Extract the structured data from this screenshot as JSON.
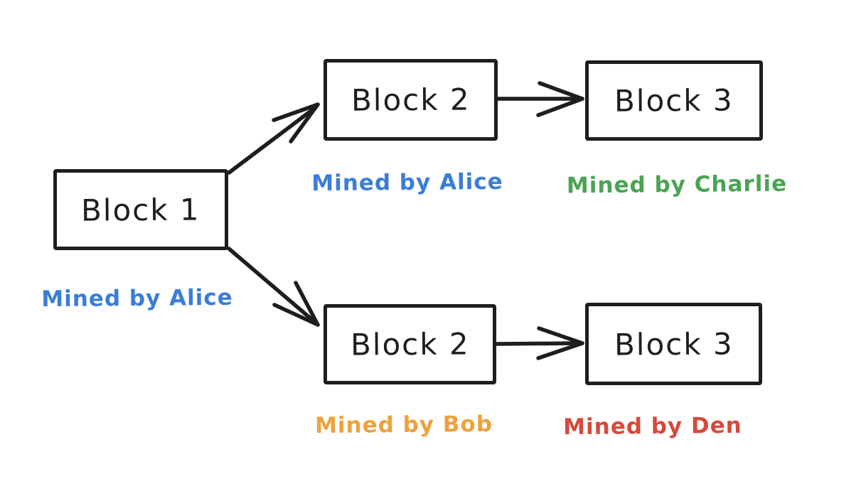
{
  "diagram": {
    "background_color": "#ffffff",
    "stroke_color": "#1e1e1e",
    "blocks": [
      {
        "id": "block-1",
        "label": "Block 1",
        "miner_label": "Mined by Alice",
        "miner_color": "#3b7dd8"
      },
      {
        "id": "block-2-top",
        "label": "Block 2",
        "miner_label": "Mined by Alice",
        "miner_color": "#3b7dd8"
      },
      {
        "id": "block-3-top",
        "label": "Block 3",
        "miner_label": "Mined by Charlie",
        "miner_color": "#4ba353"
      },
      {
        "id": "block-2-bottom",
        "label": "Block 2",
        "miner_label": "Mined by Bob",
        "miner_color": "#eca23d"
      },
      {
        "id": "block-3-bottom",
        "label": "Block 3",
        "miner_label": "Mined by Den",
        "miner_color": "#d7493c"
      }
    ],
    "arrows": [
      {
        "from": "Block 1 (mined by Alice)",
        "to": "Block 2 (mined by Alice)"
      },
      {
        "from": "Block 1 (mined by Alice)",
        "to": "Block 2 (mined by Bob)"
      },
      {
        "from": "Block 2 (mined by Alice)",
        "to": "Block 3 (mined by Charlie)"
      },
      {
        "from": "Block 2 (mined by Bob)",
        "to": "Block 3 (mined by Den)"
      }
    ]
  }
}
